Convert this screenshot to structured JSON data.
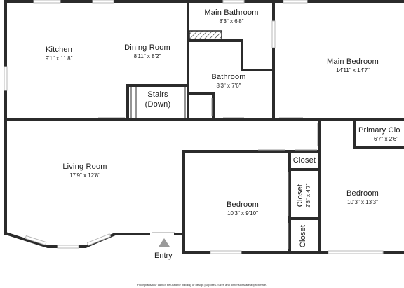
{
  "rooms": {
    "kitchen": {
      "name": "Kitchen",
      "dims": "9'1\" x 11'8\""
    },
    "dining_room": {
      "name": "Dining Room",
      "dims": "8'11\" x 8'2\""
    },
    "main_bathroom": {
      "name": "Main Bathroom",
      "dims": "8'3\" x 6'8\""
    },
    "main_bedroom": {
      "name": "Main Bedroom",
      "dims": "14'11\" x 14'7\""
    },
    "bathroom": {
      "name": "Bathroom",
      "dims": "8'3\" x 7'6\""
    },
    "stairs": {
      "line1": "Stairs",
      "line2": "(Down)"
    },
    "primary_closet": {
      "name": "Primary Clo",
      "dims": "6'7\" x 2'6\""
    },
    "living_room": {
      "name": "Living Room",
      "dims": "17'9\" x 12'8\""
    },
    "closet_top": {
      "name": "Closet"
    },
    "closet_mid": {
      "name": "Closet",
      "dims": "2'8\" x 4'7\""
    },
    "closet_bottom": {
      "name": "Closet"
    },
    "bedroom_center": {
      "name": "Bedroom",
      "dims": "10'3\" x 9'10\""
    },
    "bedroom_right": {
      "name": "Bedroom",
      "dims": "10'3\" x 13'3\""
    }
  },
  "entry_label": "Entry",
  "footer_note": "Floor plans/tour cannot be used for building or design purposes. Sizes and dimensions are approximate.",
  "colors": {
    "wall": "#2b2b2b",
    "window": "#b8b8b8",
    "background": "#ffffff",
    "entry_marker": "#9a9a9a"
  }
}
